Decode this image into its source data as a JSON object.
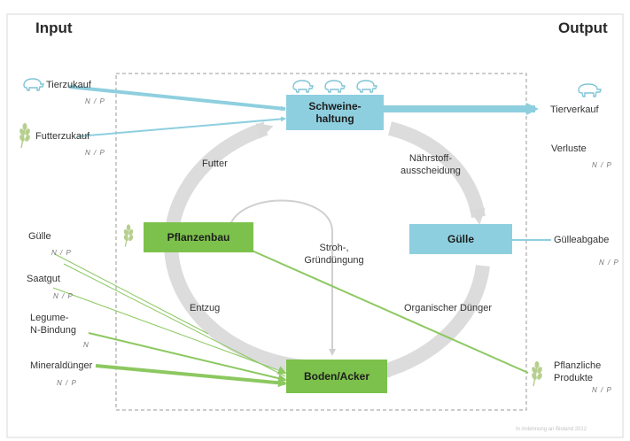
{
  "headers": {
    "input": "Input",
    "output": "Output"
  },
  "boxes": {
    "schweinehaltung": "Schweine-\nhaltung",
    "guelle": "Gülle",
    "pflanzenbau": "Pflanzenbau",
    "boden": "Boden/Acker"
  },
  "inputs": {
    "tierzukauf": {
      "label": "Tierzukauf",
      "np": "N / P"
    },
    "futterzukauf": {
      "label": "Futterzukauf",
      "np": "N / P"
    },
    "guelle": {
      "label": "Gülle",
      "np": "N / P"
    },
    "saatgut": {
      "label": "Saatgut",
      "np": "N / P"
    },
    "legume": {
      "label": "Legume-\nN-Bindung",
      "np": "N"
    },
    "mineral": {
      "label": "Mineraldünger",
      "np": "N / P"
    }
  },
  "outputs": {
    "tierverkauf": {
      "label": "Tierverkauf"
    },
    "verluste": {
      "label": "Verluste",
      "np": "N / P"
    },
    "guelleabgabe": {
      "label": "Gülleabgabe",
      "np": "N / P"
    },
    "pflanzliche": {
      "label": "Pflanzliche\nProdukte",
      "np": "N / P"
    }
  },
  "flows": {
    "futter": "Futter",
    "naehrstoff": "Nährstoff-\nausscheidung",
    "stroh": "Stroh-,\nGründüngung",
    "entzug": "Entzug",
    "organisch": "Organischer Dünger"
  },
  "footer": "In Anlehnung an Bioland 2012",
  "colors": {
    "blue": "#8ecfdf",
    "green": "#7cc14b",
    "arrow_blue": "#8ecfdf",
    "arrow_green": "#8cc860",
    "cycle": "#d9d9d9"
  }
}
